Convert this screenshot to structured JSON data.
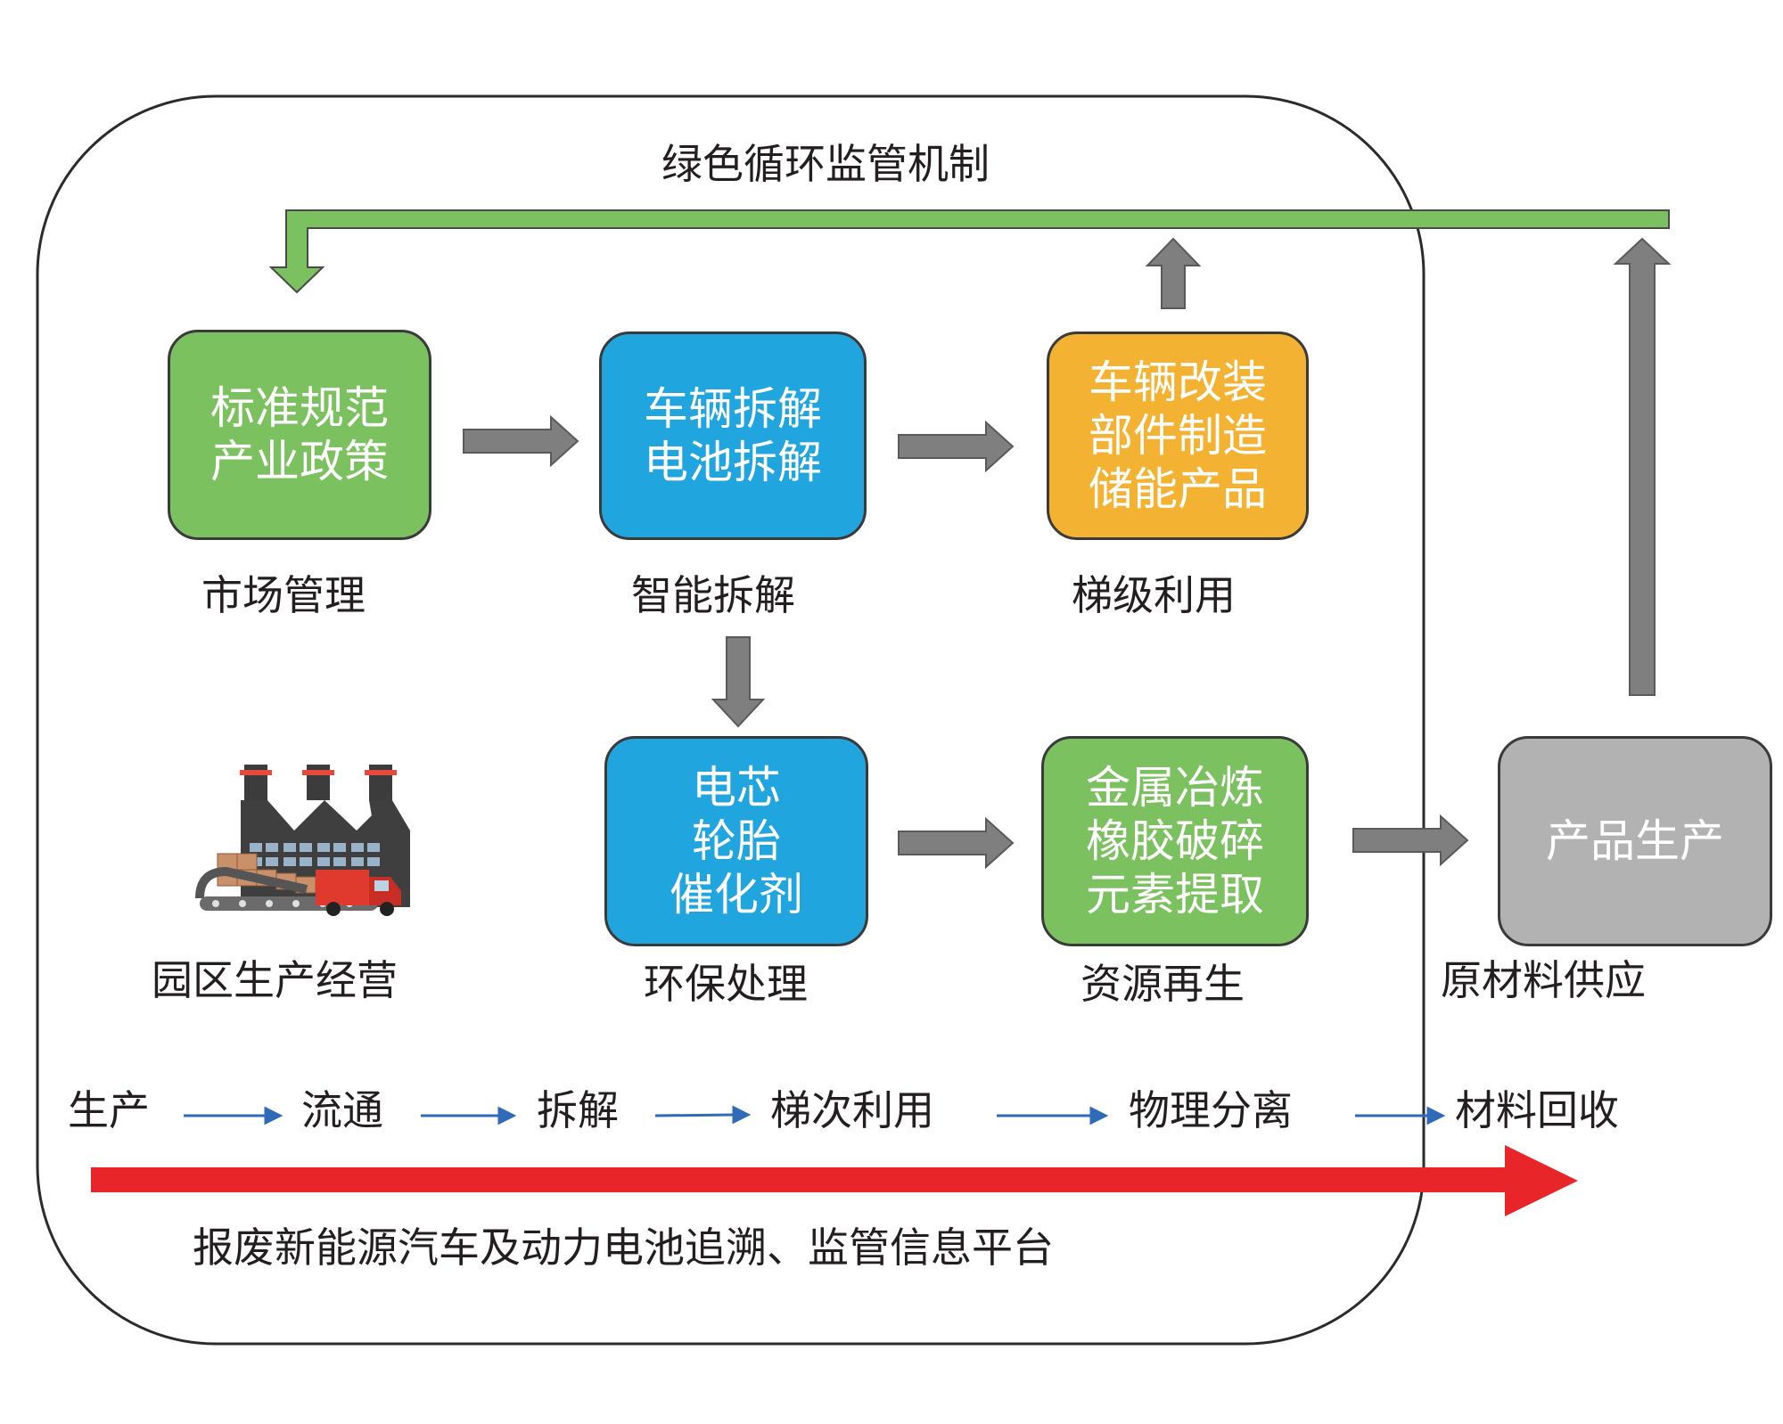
{
  "colors": {
    "green": "#7cc15f",
    "blue": "#21a5df",
    "orange": "#f4b233",
    "gray_box": "#b2b2b2",
    "arrow_gray": "#7f7f7f",
    "feedback_green": "#7cc15f",
    "flow_blue": "#2f6bb8",
    "platform_red": "#e8262a"
  },
  "top_label": "绿色循环监管机制",
  "boxes": {
    "standards": {
      "lines": [
        "标准规范",
        "产业政策"
      ]
    },
    "dismantle": {
      "lines": [
        "车辆拆解",
        "电池拆解"
      ]
    },
    "cascade": {
      "lines": [
        "车辆改装",
        "部件制造",
        "储能产品"
      ]
    },
    "env": {
      "lines": [
        "电芯",
        "轮胎",
        "催化剂"
      ]
    },
    "recycle": {
      "lines": [
        "金属冶炼",
        "橡胶破碎",
        "元素提取"
      ]
    },
    "product": {
      "lines": [
        "产品生产"
      ]
    }
  },
  "captions": {
    "market": "市场管理",
    "smart": "智能拆解",
    "cascade": "梯级利用",
    "park": "园区生产经营",
    "env": "环保处理",
    "resource": "资源再生",
    "material": "原材料供应"
  },
  "flow_steps": [
    "生产",
    "流通",
    "拆解",
    "梯次利用",
    "物理分离",
    "材料回收"
  ],
  "platform_label": "报废新能源汽车及动力电池追溯、监管信息平台",
  "icons": {
    "factory": "factory-icon"
  }
}
